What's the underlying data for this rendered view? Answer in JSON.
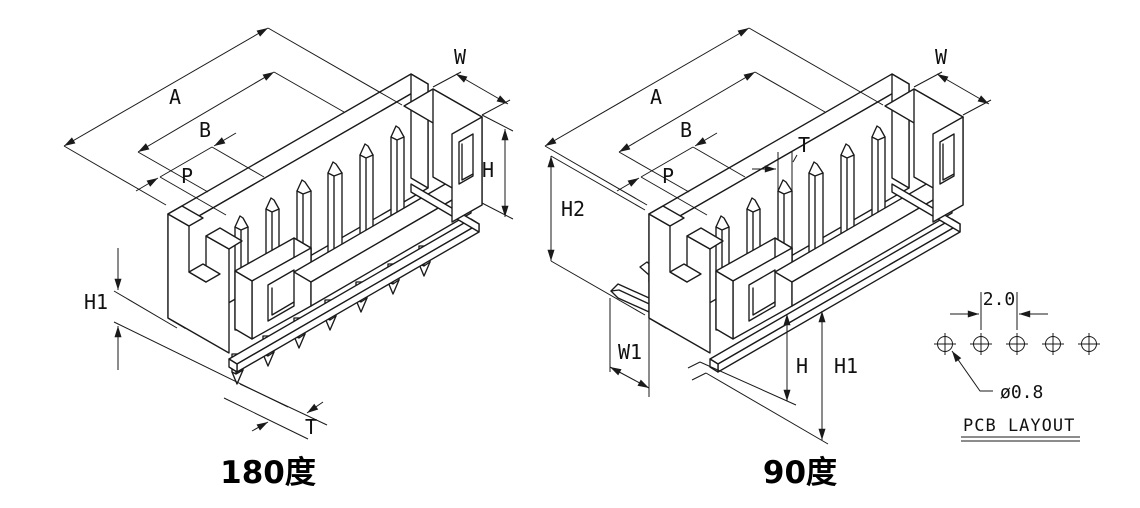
{
  "style": {
    "line_color": "#1a1a1a",
    "background": "#ffffff"
  },
  "left_view": {
    "caption": "180度",
    "dims": {
      "A": "A",
      "B": "B",
      "P": "P",
      "W": "W",
      "H": "H",
      "H1": "H1",
      "T": "T"
    }
  },
  "right_view": {
    "caption": "90度",
    "dims": {
      "A": "A",
      "B": "B",
      "P": "P",
      "T": "T",
      "W": "W",
      "H2": "H2",
      "W1": "W1",
      "H": "H",
      "H1": "H1"
    }
  },
  "pcb_layout": {
    "title": "PCB LAYOUT",
    "pitch": "2.0",
    "hole_diameter": "ø0.8",
    "hole_count": 5
  }
}
